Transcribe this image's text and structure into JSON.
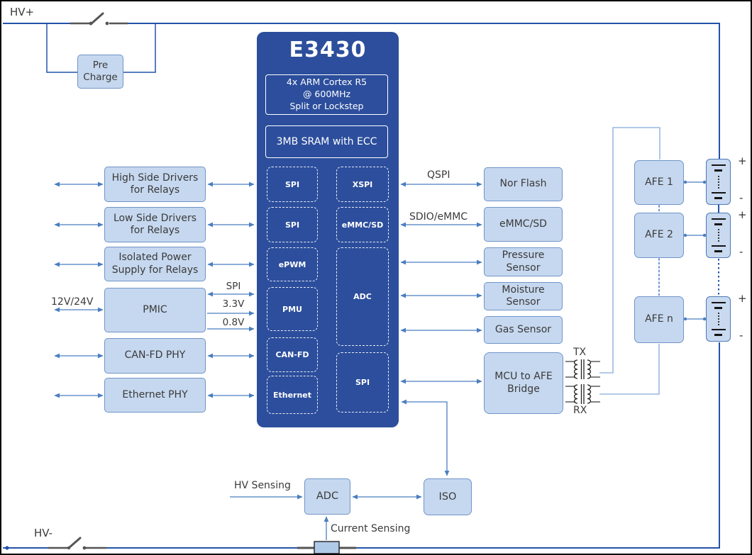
{
  "power": {
    "hv_plus": "HV+",
    "hv_minus": "HV-",
    "precharge": "Pre Charge",
    "input": "12V/24V",
    "rail_spi": "SPI",
    "rail_3v3": "3.3V",
    "rail_0v8": "0.8V"
  },
  "soc": {
    "title": "E3430",
    "cpu_line1": "4x ARM Cortex R5",
    "cpu_line2": "@ 600MHz",
    "cpu_line3": "Split or Lockstep",
    "sram": "3MB SRAM with ECC",
    "left_blocks": [
      {
        "label": "SPI"
      },
      {
        "label": "SPI"
      },
      {
        "label": "ePWM"
      },
      {
        "label": "PMU"
      },
      {
        "label": "CAN-FD"
      },
      {
        "label": "Ethernet"
      }
    ],
    "right_blocks": [
      {
        "label": "XSPI"
      },
      {
        "label": "eMMC/SD"
      },
      {
        "label": "ADC"
      },
      {
        "label": "SPI"
      }
    ]
  },
  "left_column": [
    {
      "label": "High Side Drivers for Relays"
    },
    {
      "label": "Low Side Drivers for Relays"
    },
    {
      "label": "Isolated Power Supply for Relays"
    },
    {
      "label": "PMIC"
    },
    {
      "label": "CAN-FD PHY"
    },
    {
      "label": "Ethernet PHY"
    }
  ],
  "right_column": [
    {
      "label": "Nor Flash"
    },
    {
      "label": "eMMC/SD"
    },
    {
      "label": "Pressure Sensor"
    },
    {
      "label": "Moisture Sensor"
    },
    {
      "label": "Gas Sensor"
    },
    {
      "label": "MCU to AFE Bridge"
    }
  ],
  "buses": {
    "qspi": "QSPI",
    "sdio": "SDIO/eMMC",
    "tx": "TX",
    "rx": "RX"
  },
  "afe_chain": {
    "afe1": "AFE 1",
    "afe2": "AFE 2",
    "afen": "AFE n",
    "plus": "+",
    "minus": "-"
  },
  "bottom": {
    "adc": "ADC",
    "iso": "ISO",
    "hv_sensing": "HV Sensing",
    "current_sensing": "Current Sensing"
  },
  "colors": {
    "soc_bg": "#2C4E9C",
    "box_fill": "#C6D8EF",
    "box_border": "#6F95C8",
    "arrow": "#4A7EC0",
    "comm_line": "#85A9DA",
    "hv_rail": "#2253A8",
    "switch_gray": "#555555"
  }
}
